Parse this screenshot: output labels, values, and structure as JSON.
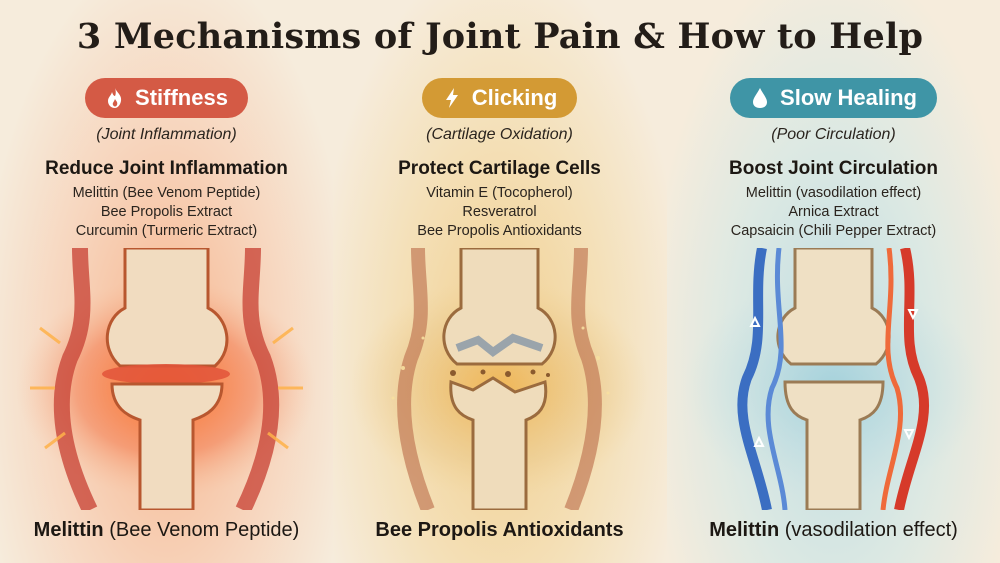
{
  "title": "3 Mechanisms of Joint Pain & How to Help",
  "columns": [
    {
      "badge": "Stiffness",
      "badge_icon": "flame-icon",
      "color": "#d45a45",
      "subtitle": "(Joint Inflammation)",
      "heading": "Reduce Joint Inflammation",
      "ingredients": [
        "Melittin (Bee Venom Peptide)",
        "Bee Propolis Extract",
        "Curcumin (Turmeric Extract)"
      ],
      "bottom_bold": "Melittin",
      "bottom_rest": " (Bee Venom Peptide)"
    },
    {
      "badge": "Clicking",
      "badge_icon": "lightning-icon",
      "color": "#d39a34",
      "subtitle": "(Cartilage Oxidation)",
      "heading": "Protect Cartilage Cells",
      "ingredients": [
        "Vitamin E (Tocopherol)",
        "Resveratrol",
        "Bee Propolis Antioxidants"
      ],
      "bottom_bold": "Bee Propolis Antioxidants",
      "bottom_rest": ""
    },
    {
      "badge": "Slow Healing",
      "badge_icon": "water-drop-icon",
      "color": "#3f95a6",
      "subtitle": "(Poor Circulation)",
      "heading": "Boost Joint Circulation",
      "ingredients": [
        "Melittin (vasodilation effect)",
        "Arnica Extract",
        "Capsaicin (Chili Pepper Extract)"
      ],
      "bottom_bold": "Melittin",
      "bottom_rest": " (vasodilation effect)"
    }
  ]
}
